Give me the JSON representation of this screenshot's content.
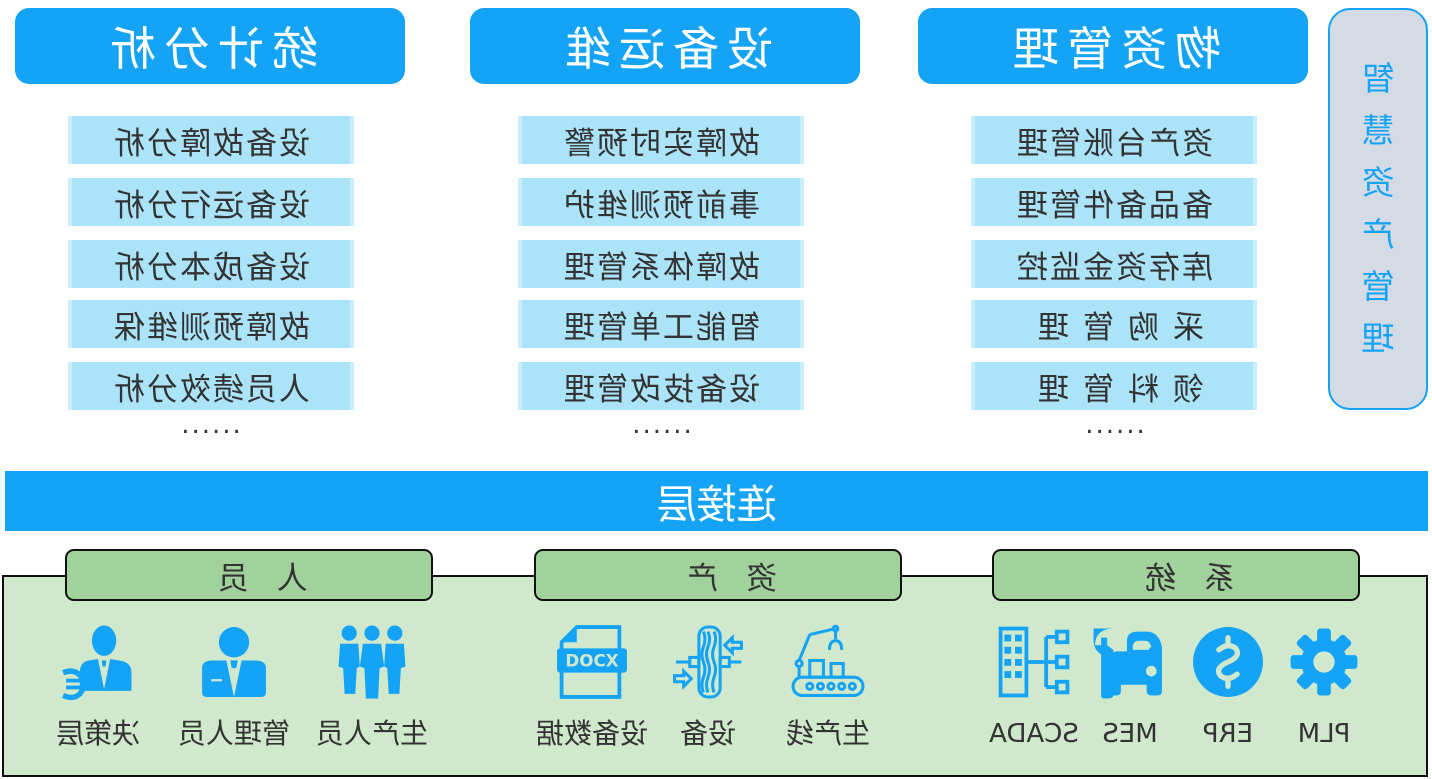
{
  "sidebar_label": [
    "智",
    "慧",
    "资",
    "产",
    "管",
    "理"
  ],
  "modules": [
    {
      "title": "物资管理",
      "items": [
        "资产台账管理",
        "备品备件管理",
        "库存资金监控",
        "采购管理",
        "领料管理"
      ],
      "more": "......"
    },
    {
      "title": "设备运维",
      "items": [
        "故障实时预警",
        "事前预测维护",
        "故障体系管理",
        "智能工单管理",
        "设备技改管理"
      ],
      "more": "......"
    },
    {
      "title": "统计分析",
      "items": [
        "设备故障分析",
        "设备运行分析",
        "设备成本分析",
        "故障预测维保",
        "人员绩效分析"
      ],
      "more": "......"
    }
  ],
  "connection_layer": "连接层",
  "sources": [
    {
      "title": "系统",
      "entries": [
        {
          "icon": "plm-gear-icon",
          "label": "PLM"
        },
        {
          "icon": "erp-dollar-icon",
          "label": "ERP"
        },
        {
          "icon": "mes-wrench-car-icon",
          "label": "MES"
        },
        {
          "icon": "scada-network-icon",
          "label": "SCADA"
        }
      ]
    },
    {
      "title": "资产",
      "entries": [
        {
          "icon": "production-line-robot-icon",
          "label": "生产线"
        },
        {
          "icon": "equipment-wheel-icon",
          "label": "设备"
        },
        {
          "icon": "docx-file-icon",
          "label": "设备数据"
        }
      ]
    },
    {
      "title": "人员",
      "entries": [
        {
          "icon": "workers-group-icon",
          "label": "生产人员"
        },
        {
          "icon": "manager-icon",
          "label": "管理人员"
        },
        {
          "icon": "decision-maker-icon",
          "label": "决策层"
        }
      ]
    }
  ],
  "colors": {
    "accent_blue": "#14a3f5",
    "item_bg": "#abe3f8",
    "side_bg": "#d5dbe5",
    "panel_bg": "#d0e8cc",
    "tab_bg": "#a2d29c",
    "text_dark": "#333333"
  }
}
